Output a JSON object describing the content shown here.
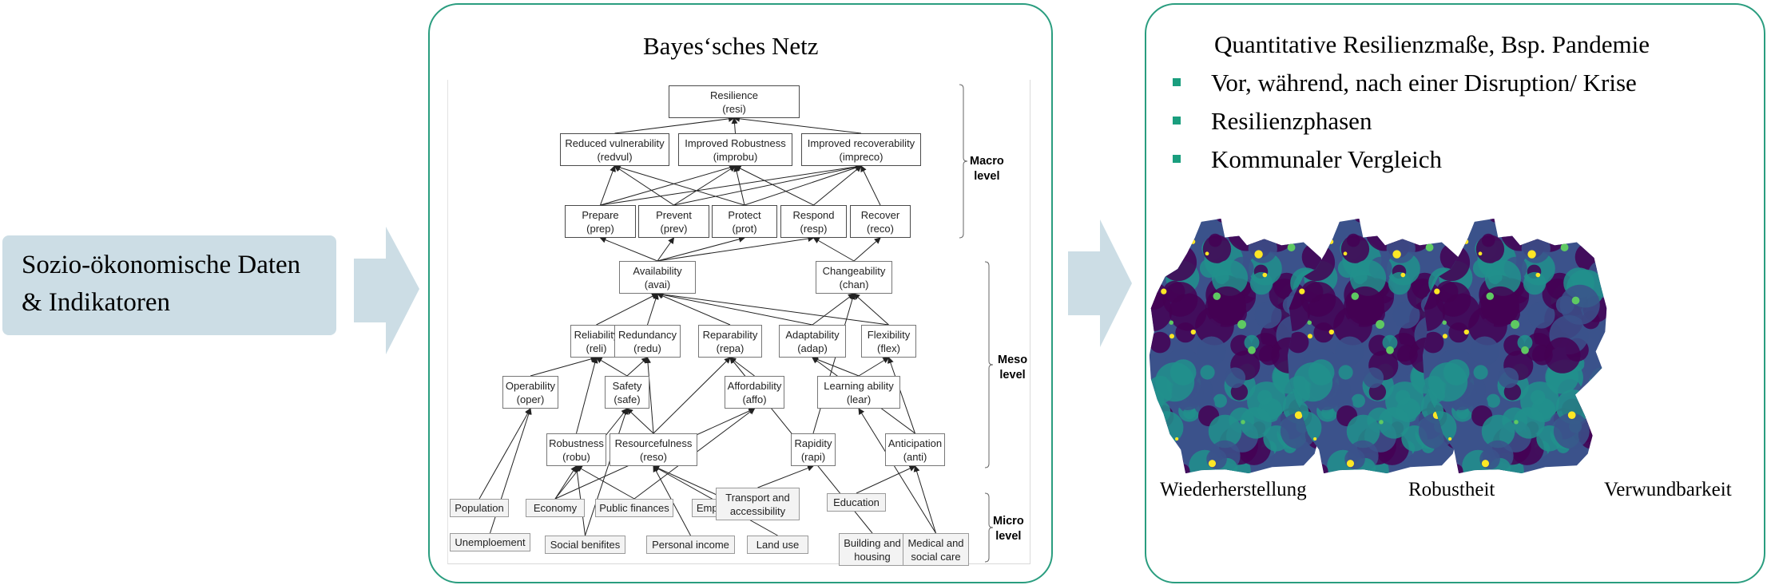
{
  "input": {
    "line1": "Sozio-ökonomische Daten",
    "line2": "& Indikatoren"
  },
  "bayes_panel": {
    "title": "Bayes‘sches Netz",
    "levels": {
      "macro": [
        "Macro",
        "level"
      ],
      "meso": [
        "Meso",
        "level"
      ],
      "micro": [
        "Micro",
        "level"
      ]
    },
    "nodes": [
      {
        "id": "resi",
        "label": "Resilience",
        "abbr": "(resi)",
        "level": "macro"
      },
      {
        "id": "redvul",
        "label": "Reduced vulnerability",
        "abbr": "(redvul)",
        "level": "macro"
      },
      {
        "id": "improbu",
        "label": "Improved Robustness",
        "abbr": "(improbu)",
        "level": "macro"
      },
      {
        "id": "impreco",
        "label": "Improved recoverability",
        "abbr": "(impreco)",
        "level": "macro"
      },
      {
        "id": "prep",
        "label": "Prepare",
        "abbr": "(prep)",
        "level": "macro"
      },
      {
        "id": "prev",
        "label": "Prevent",
        "abbr": "(prev)",
        "level": "macro"
      },
      {
        "id": "prot",
        "label": "Protect",
        "abbr": "(prot)",
        "level": "macro"
      },
      {
        "id": "resp",
        "label": "Respond",
        "abbr": "(resp)",
        "level": "macro"
      },
      {
        "id": "reco",
        "label": "Recover",
        "abbr": "(reco)",
        "level": "macro"
      },
      {
        "id": "avai",
        "label": "Availability",
        "abbr": "(avai)",
        "level": "meso"
      },
      {
        "id": "chan",
        "label": "Changeability",
        "abbr": "(chan)",
        "level": "meso"
      },
      {
        "id": "reli",
        "label": "Reliability",
        "abbr": "(reli)",
        "level": "meso"
      },
      {
        "id": "redu",
        "label": "Redundancy",
        "abbr": "(redu)",
        "level": "meso"
      },
      {
        "id": "repa",
        "label": "Reparability",
        "abbr": "(repa)",
        "level": "meso"
      },
      {
        "id": "adap",
        "label": "Adaptability",
        "abbr": "(adap)",
        "level": "meso"
      },
      {
        "id": "flex",
        "label": "Flexibility",
        "abbr": "(flex)",
        "level": "meso"
      },
      {
        "id": "oper",
        "label": "Operability",
        "abbr": "(oper)",
        "level": "meso"
      },
      {
        "id": "safe",
        "label": "Safety",
        "abbr": "(safe)",
        "level": "meso"
      },
      {
        "id": "affo",
        "label": "Affordability",
        "abbr": "(affo)",
        "level": "meso"
      },
      {
        "id": "lear",
        "label": "Learning ability",
        "abbr": "(lear)",
        "level": "meso"
      },
      {
        "id": "robu",
        "label": "Robustness",
        "abbr": "(robu)",
        "level": "meso"
      },
      {
        "id": "reso",
        "label": "Resourcefulness",
        "abbr": "(reso)",
        "level": "meso"
      },
      {
        "id": "rapi",
        "label": "Rapidity",
        "abbr": "(rapi)",
        "level": "meso"
      },
      {
        "id": "anti",
        "label": "Anticipation",
        "abbr": "(anti)",
        "level": "meso"
      },
      {
        "id": "population",
        "label": "Population",
        "abbr": "",
        "level": "micro"
      },
      {
        "id": "economy",
        "label": "Economy",
        "abbr": "",
        "level": "micro"
      },
      {
        "id": "pubfin",
        "label": "Public finances",
        "abbr": "",
        "level": "micro"
      },
      {
        "id": "employment",
        "label": "Employment",
        "abbr": "",
        "level": "micro"
      },
      {
        "id": "transport",
        "label": "Transport and",
        "abbr": "accessibility",
        "level": "micro"
      },
      {
        "id": "education",
        "label": "Education",
        "abbr": "",
        "level": "micro"
      },
      {
        "id": "unemp",
        "label": "Unemploement",
        "abbr": "",
        "level": "micro"
      },
      {
        "id": "social",
        "label": "Social benifites",
        "abbr": "",
        "level": "micro"
      },
      {
        "id": "income",
        "label": "Personal income",
        "abbr": "",
        "level": "micro"
      },
      {
        "id": "landuse",
        "label": "Land use",
        "abbr": "",
        "level": "micro"
      },
      {
        "id": "building",
        "label": "Building and",
        "abbr": "housing",
        "level": "micro"
      },
      {
        "id": "medical",
        "label": "Medical and",
        "abbr": "social care",
        "level": "micro"
      }
    ],
    "edges": [
      [
        "redvul",
        "resi"
      ],
      [
        "improbu",
        "resi"
      ],
      [
        "impreco",
        "resi"
      ],
      [
        "prep",
        "redvul"
      ],
      [
        "prep",
        "improbu"
      ],
      [
        "prep",
        "impreco"
      ],
      [
        "prev",
        "redvul"
      ],
      [
        "prev",
        "improbu"
      ],
      [
        "prev",
        "impreco"
      ],
      [
        "prot",
        "redvul"
      ],
      [
        "prot",
        "improbu"
      ],
      [
        "prot",
        "impreco"
      ],
      [
        "resp",
        "improbu"
      ],
      [
        "resp",
        "impreco"
      ],
      [
        "reco",
        "impreco"
      ],
      [
        "avai",
        "prep"
      ],
      [
        "avai",
        "prev"
      ],
      [
        "avai",
        "prot"
      ],
      [
        "avai",
        "resp"
      ],
      [
        "chan",
        "resp"
      ],
      [
        "chan",
        "reco"
      ],
      [
        "reli",
        "avai"
      ],
      [
        "redu",
        "avai"
      ],
      [
        "repa",
        "avai"
      ],
      [
        "adap",
        "avai"
      ],
      [
        "flex",
        "avai"
      ],
      [
        "adap",
        "chan"
      ],
      [
        "flex",
        "chan"
      ],
      [
        "rapi",
        "chan"
      ],
      [
        "oper",
        "reli"
      ],
      [
        "safe",
        "reli"
      ],
      [
        "robu",
        "reli"
      ],
      [
        "reso",
        "redu"
      ],
      [
        "safe",
        "redu"
      ],
      [
        "affo",
        "repa"
      ],
      [
        "reso",
        "repa"
      ],
      [
        "lear",
        "adap"
      ],
      [
        "anti",
        "adap"
      ],
      [
        "lear",
        "flex"
      ],
      [
        "anti",
        "flex"
      ],
      [
        "population",
        "oper"
      ],
      [
        "unemp",
        "oper"
      ],
      [
        "economy",
        "safe"
      ],
      [
        "social",
        "safe"
      ],
      [
        "reso",
        "safe"
      ],
      [
        "economy",
        "affo"
      ],
      [
        "pubfin",
        "affo"
      ],
      [
        "economy",
        "robu"
      ],
      [
        "social",
        "robu"
      ],
      [
        "pubfin",
        "robu"
      ],
      [
        "income",
        "reso"
      ],
      [
        "landuse",
        "reso"
      ],
      [
        "employment",
        "reso"
      ],
      [
        "transport",
        "rapi"
      ],
      [
        "building",
        "repa"
      ],
      [
        "education",
        "anti"
      ],
      [
        "medical",
        "anti"
      ],
      [
        "medical",
        "lear"
      ]
    ]
  },
  "results_panel": {
    "title": "Quantitative Resilienzmaße, Bsp. Pandemie",
    "bullets": [
      "Vor, während, nach einer Disruption/ Krise",
      "Resilienzphasen",
      "Kommunaler Vergleich"
    ],
    "maps": [
      {
        "label": "Wiederherstellung",
        "icon": "germany-choropleth-map"
      },
      {
        "label": "Robustheit",
        "icon": "germany-choropleth-map"
      },
      {
        "label": "Verwundbarkeit",
        "icon": "germany-choropleth-map"
      }
    ],
    "colors": {
      "accent": "#1a9e7e",
      "panel_border": "#2a9d7f",
      "input_fill": "#ccdde5",
      "map_palette": [
        "#440154",
        "#3b528b",
        "#21918c",
        "#5ec962",
        "#fde725"
      ]
    }
  }
}
